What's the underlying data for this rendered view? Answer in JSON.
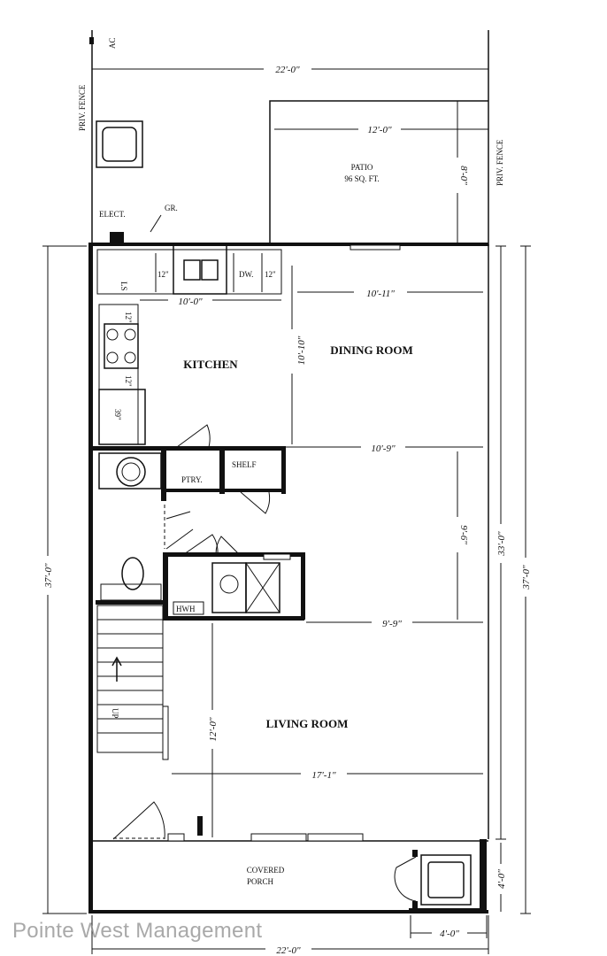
{
  "rooms": {
    "patio_title": "PATIO",
    "patio_area": "96 SQ. FT.",
    "kitchen": "KITCHEN",
    "dining": "DINING ROOM",
    "living": "LIVING ROOM",
    "porch_line1": "COVERED",
    "porch_line2": "PORCH",
    "pantry": "PTRY.",
    "shelf": "SHELF",
    "hwh": "HWH",
    "dw": "DW.",
    "elect": "ELECT.",
    "gr": "GR.",
    "fence_left": "PRIV. FENCE",
    "fence_right": "PRIV. FENCE",
    "ac": "AC"
  },
  "dimensions": {
    "top_width": "22'-0\"",
    "patio_width": "12'-0\"",
    "patio_depth": "8'-0\"",
    "kitchen_width": "10'-0\"",
    "dining_width": "10'-11\"",
    "dining_depth": "10'-10\"",
    "mid_width": "10'-9\"",
    "mid_depth": "9'-6\"",
    "hall_width": "9'-9\"",
    "living_width": "17'-1\"",
    "living_depth": "12'-0\"",
    "total_depth": "33'-0\"",
    "overall_depth_left": "37'-0\"",
    "overall_depth_right": "37'-0\"",
    "porch_depth": "4'-0\"",
    "ac_width": "4'-0\"",
    "bottom_width": "22'-0\"",
    "cab_12_a": "12\"",
    "cab_12_b": "12\"",
    "cab_12_c": "12\"",
    "cab_12_d": "12\"",
    "fridge": "39\"",
    "ls": "LS",
    "stairs_up": "UP"
  },
  "watermark": "Pointe West Management"
}
